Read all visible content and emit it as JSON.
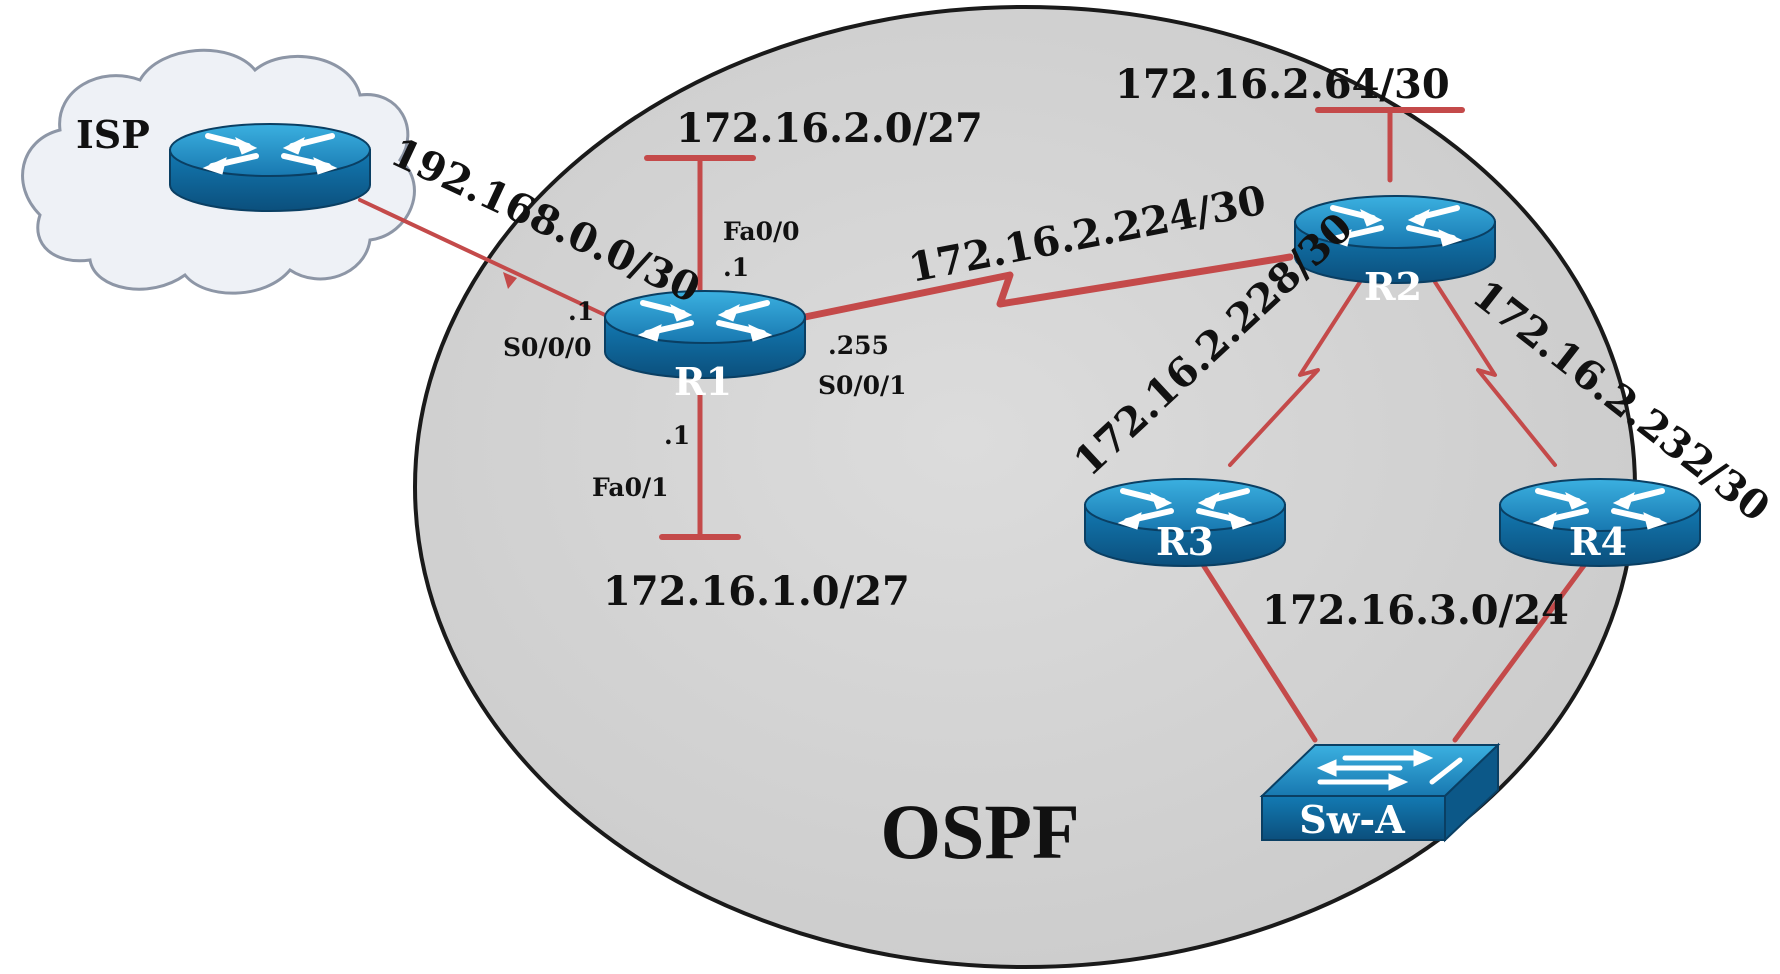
{
  "diagram": {
    "area_label": "OSPF",
    "isp_label": "ISP",
    "colors": {
      "area_fill": "#d4d4d4",
      "link": "#c44a4a",
      "device_top": "#1f8fc4",
      "device_side": "#0f5f8f",
      "cloud": "#eef1f6"
    },
    "routers": [
      {
        "id": "isp-router",
        "name": ""
      },
      {
        "id": "r1",
        "name": "R1"
      },
      {
        "id": "r2",
        "name": "R2"
      },
      {
        "id": "r3",
        "name": "R3"
      },
      {
        "id": "r4",
        "name": "R4"
      }
    ],
    "switch": {
      "name": "Sw-A"
    },
    "networks": {
      "isp_r1": "192.168.0.0/30",
      "r1_fa00": "172.16.2.0/27",
      "r1_fa01": "172.16.1.0/27",
      "r1_r2": "172.16.2.224/30",
      "r2_lan": "172.16.2.64/30",
      "r2_r3": "172.16.2.228/30",
      "r2_r4": "172.16.2.232/30",
      "r3_r4_lan": "172.16.3.0/24"
    },
    "interfaces": {
      "r1_fa00_name": "Fa0/0",
      "r1_fa00_ip": ".1",
      "r1_fa01_name": "Fa0/1",
      "r1_fa01_ip": ".1",
      "r1_s000_name": "S0/0/0",
      "r1_s000_ip": ".1",
      "r1_s001_name": "S0/0/1",
      "r1_s001_ip": ".255"
    }
  }
}
